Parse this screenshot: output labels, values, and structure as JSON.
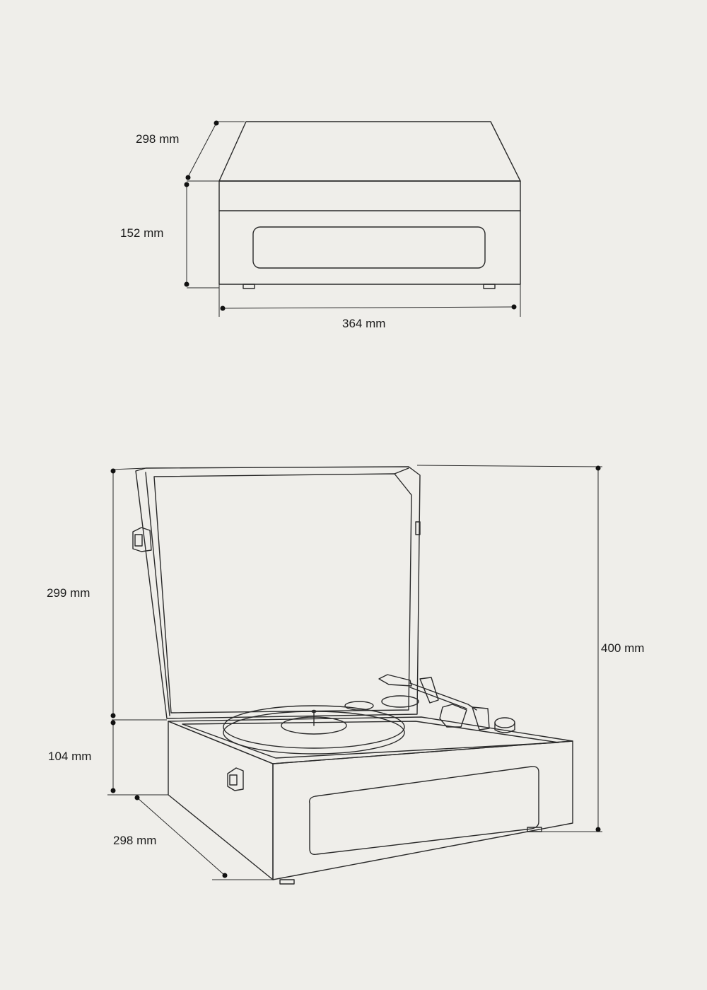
{
  "front_view": {
    "depth_label": "298 mm",
    "height_label": "152 mm",
    "width_label": "364 mm"
  },
  "open_view": {
    "lid_height_label": "299 mm",
    "base_height_label": "104 mm",
    "depth_label": "298 mm",
    "total_height_label": "400 mm"
  },
  "colors": {
    "background": "#efeeea",
    "line": "#2a2a2a"
  }
}
